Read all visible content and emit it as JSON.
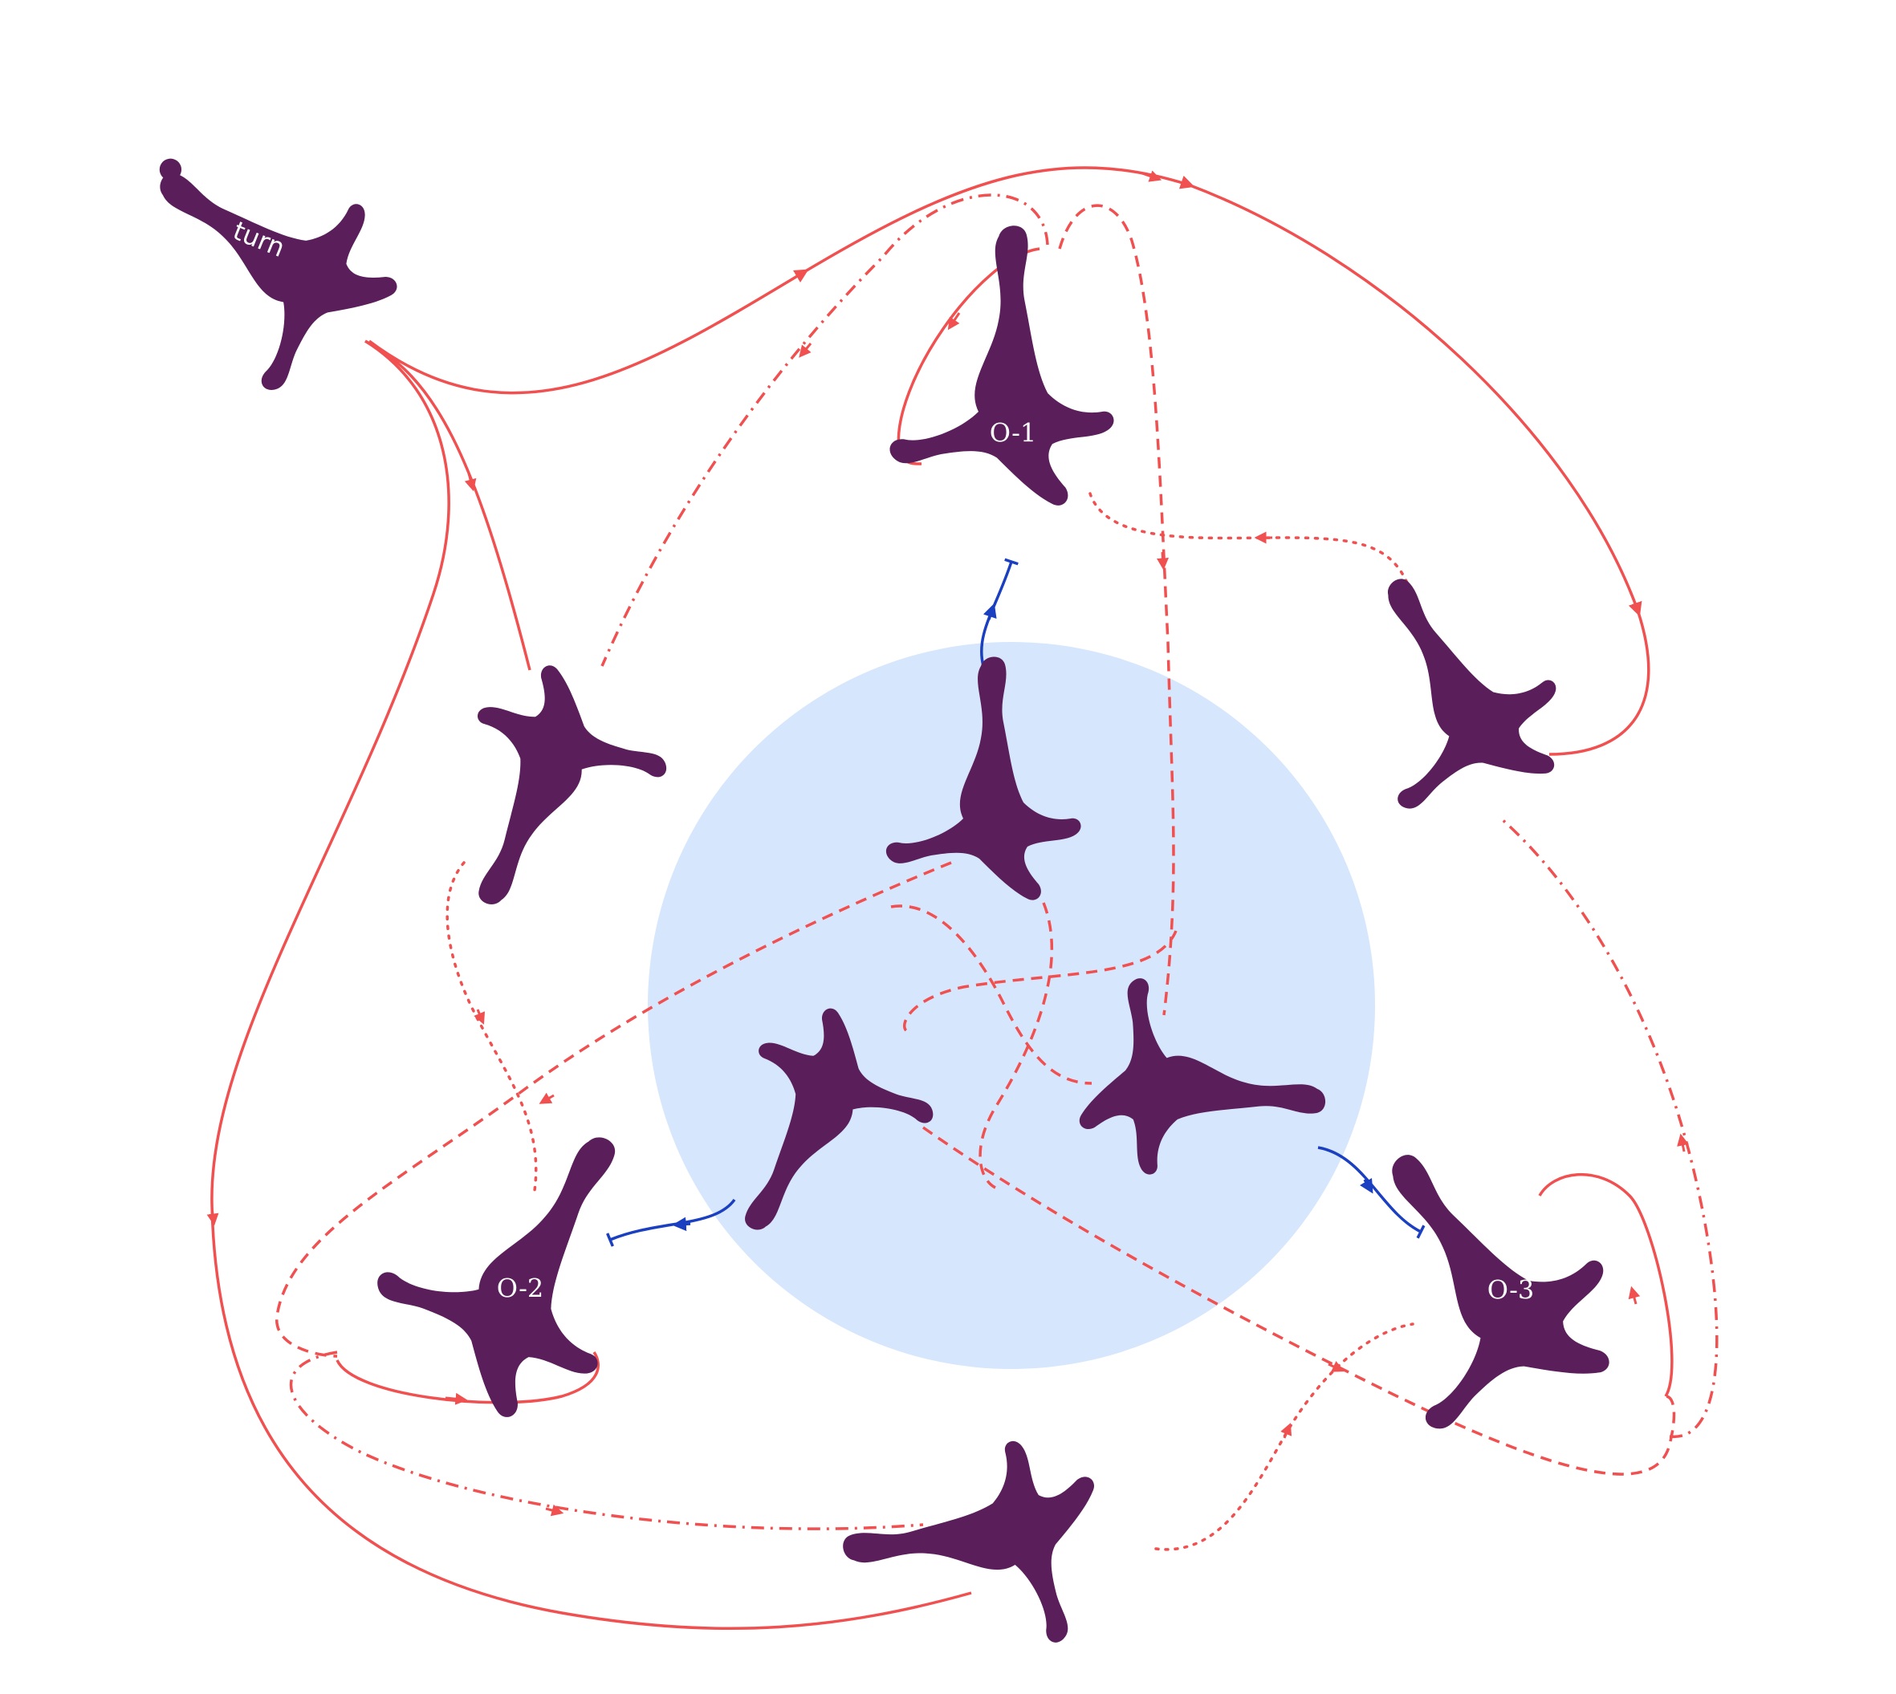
{
  "colors": {
    "background": "#ffffff",
    "neuron": "#5a1f5a",
    "connection": "#f05050",
    "inhibitory": "#1a3fc0",
    "core_region": "#d6e6fc"
  },
  "labels": {
    "turn": "turn",
    "o1": "O-1",
    "o2": "O-2",
    "o3": "O-3"
  },
  "neurons": [
    {
      "id": "turn",
      "name": "neuron-turn",
      "label_key": "turn"
    },
    {
      "id": "o1",
      "name": "neuron-o1",
      "label_key": "o1"
    },
    {
      "id": "o2",
      "name": "neuron-o2",
      "label_key": "o2"
    },
    {
      "id": "o3",
      "name": "neuron-o3",
      "label_key": "o3"
    },
    {
      "id": "left",
      "name": "neuron-left"
    },
    {
      "id": "right",
      "name": "neuron-right"
    },
    {
      "id": "bottom",
      "name": "neuron-bottom"
    },
    {
      "id": "core-top",
      "name": "neuron-core-top"
    },
    {
      "id": "core-left",
      "name": "neuron-core-left"
    },
    {
      "id": "core-right",
      "name": "neuron-core-right"
    }
  ],
  "line_styles": [
    "solid",
    "dashed",
    "dotted",
    "dash-dot"
  ]
}
